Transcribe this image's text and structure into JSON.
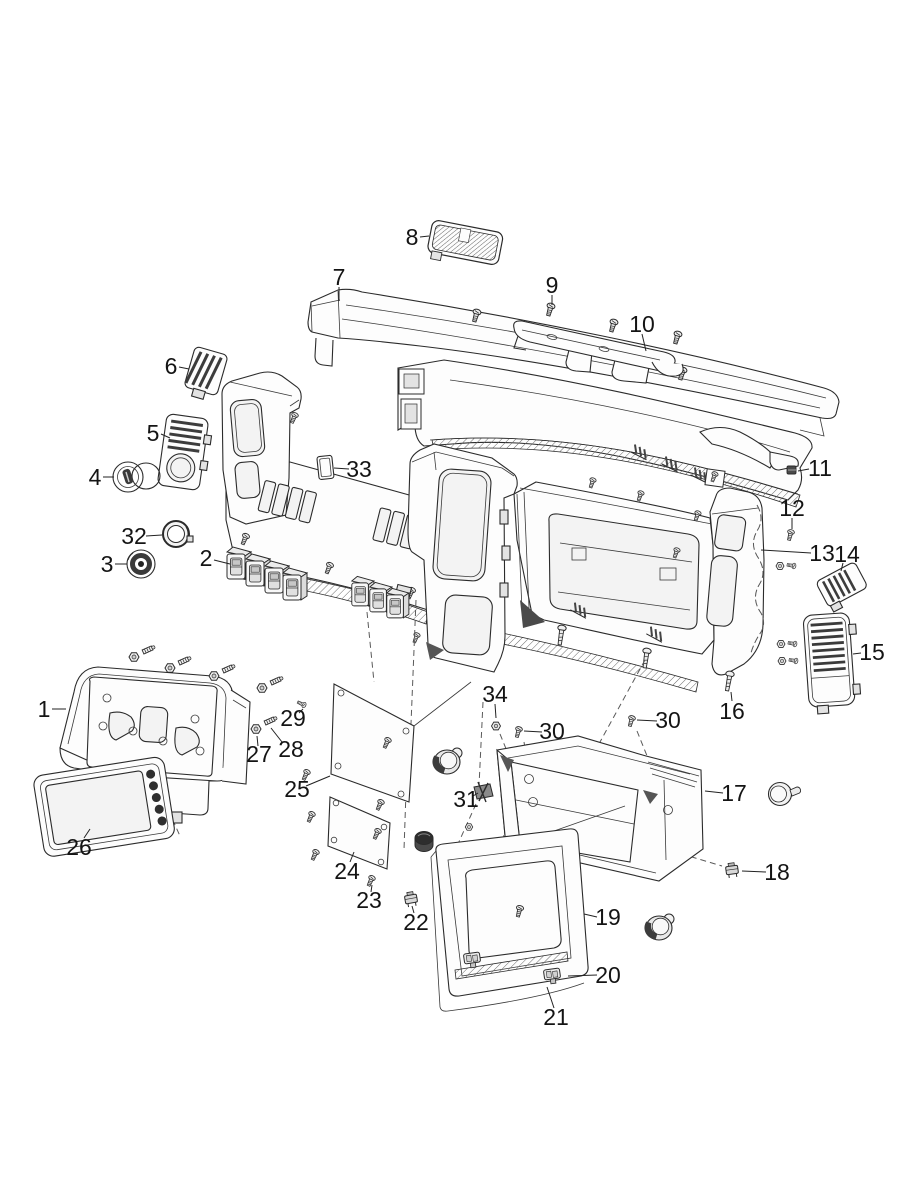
{
  "fig": {
    "kind": "exploded-parts-diagram",
    "colors": {
      "background": "#ffffff",
      "line": "#2b2b2b",
      "shade_light": "#f3f3f3",
      "shade_mid": "#e3e3e3",
      "shade_dark": "#3c3c3c",
      "dash": "#5a5a5a"
    },
    "callouts": {
      "n1": "1",
      "n2": "2",
      "n3": "3",
      "n4": "4",
      "n5": "5",
      "n6": "6",
      "n7": "7",
      "n8": "8",
      "n9": "9",
      "n10": "10",
      "n11": "11",
      "n12": "12",
      "n13": "13",
      "n14": "14",
      "n15": "15",
      "n16": "16",
      "n17": "17",
      "n18": "18",
      "n19": "19",
      "n20": "20",
      "n21": "21",
      "n22": "22",
      "n23": "23",
      "n24": "24",
      "n25": "25",
      "n26": "26",
      "n27": "27",
      "n28": "28",
      "n29": "29",
      "n30": "30",
      "n30b": "30",
      "n31": "31",
      "n32": "32",
      "n33": "33",
      "n34": "34"
    }
  }
}
